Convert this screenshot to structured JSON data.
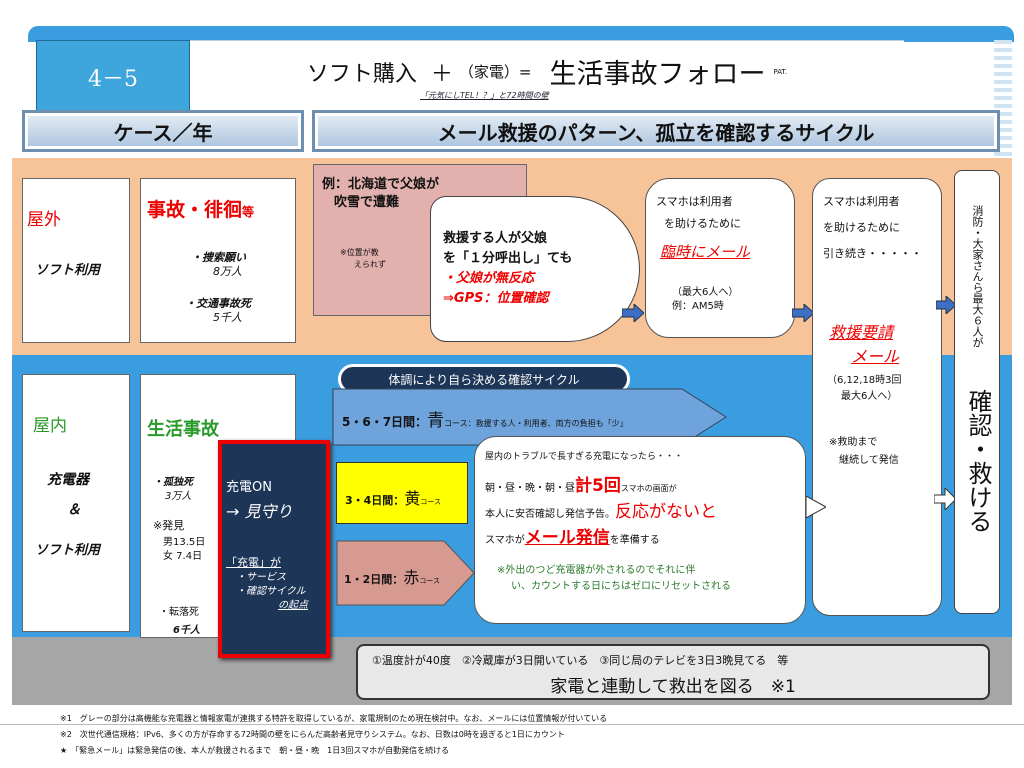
{
  "header": {
    "page_no": "4－5",
    "title_part1": "ソフト購入",
    "plus": "＋",
    "title_paren": "（家電）=",
    "title_main": "生活事故フォロー",
    "pat": "PAT.",
    "tagline": "「元気にしTEL！？」と72時間の壁"
  },
  "section_left": "ケース／年",
  "section_right": "メール救援のパターン、孤立を確認するサイクル",
  "outdoor": {
    "place": "屋外",
    "soft": "ソフト利用",
    "accident_title": "事故・徘徊",
    "accident_suffix": "等",
    "search_label": "・捜索願い",
    "search_value": "8万人",
    "traffic_label": "・交通事故死",
    "traffic_value": "5千人",
    "example_title1": "例：北海道で父娘が",
    "example_title2": "吹雪で遭難",
    "example_note1": "※位置が教",
    "example_note2": "えられず",
    "rescue1": "救援する人が父娘",
    "rescue2": "を「１分呼出し」ても",
    "rescue3": "・父娘が無反応",
    "rescue4": "⇒GPS：位置確認",
    "temp1": "スマホは利用者",
    "temp2": "を助けるために",
    "temp3": "臨時にメール",
    "temp4": "（最大6人へ）",
    "temp5": "例：AM5時"
  },
  "column4": {
    "l1": "スマホは利用者",
    "l2": "を助けるために",
    "l3": "引き続き・・・・・",
    "req1": "救援要請",
    "req2": "メール",
    "sched1": "（6,12,18時3回",
    "sched2": "最大6人へ）",
    "note1": "※救助まで",
    "note2": "継続して発信"
  },
  "column5": {
    "top": "消防・大家さんら最大６人が",
    "bottom": "確認・救ける"
  },
  "indoor": {
    "place": "屋内",
    "charger": "充電器",
    "amp": "＆",
    "soft": "ソフト利用",
    "life_title": "生活事故",
    "solitary_label": "・孤独死",
    "solitary_value": "3万人",
    "found_label": "※発見",
    "found_male": "男13.5日",
    "found_female": "女 7.4日",
    "fall_label": "・転落死",
    "fall_value": "6千人",
    "charge_on": "充電ON",
    "watch": "→ 見守り",
    "charge_q": "「充電」が",
    "service": "・サービス",
    "cycle": "・確認サイクル",
    "origin": "の起点"
  },
  "cycle": {
    "label": "体調により自ら決める確認サイクル",
    "blue_days": "5・6・7日間：",
    "blue_color": "青",
    "blue_note": "コース：救援する人・利用者、両方の負担も「少」",
    "yellow_days": "3・4日間：",
    "yellow_color": "黄",
    "yellow_course": "コース",
    "red_days": "1・2日間：",
    "red_color": "赤",
    "red_course": "コース"
  },
  "trouble": {
    "l1": "屋内のトラブルで長すぎる充電になったら・・・",
    "l2a": "朝・昼・晩・朝・昼",
    "l2b": "計5回",
    "l2c": "スマホの画面が",
    "l3a": "本人に安否確認し発信予告。",
    "l3b": "反応がないと",
    "l4a": "スマホが",
    "l4b": "メール発信",
    "l4c": "を準備する",
    "n1": "※外出のつど充電器が外されるのでそれに伴",
    "n2": "い、カウントする日にちはゼロにリセットされる"
  },
  "appliance": {
    "line1": "①温度計が40度　②冷蔵庫が3日開いている　③同じ局のテレビを3日3晩見てる　等",
    "line2": "家電と連動して救出を図る　※1"
  },
  "footnotes": [
    "※1　グレーの部分は高機能な充電器と情報家電が連携する特許を取得しているが、家電規制のため現在検討中。なお、メールには位置情報が付いている",
    "※2　次世代通信規格：IPv6、多くの方が存命する72時間の壁をにらんだ高齢者見守りシステム。なお、日数は0時を過ぎると1日にカウント",
    "★　「緊急メール」は緊急発信の後、本人が救援されるまで　朝・昼・晩　1日3回スマホが自動発信を続ける"
  ],
  "colors": {
    "accent_red": "#e00000",
    "navy": "#1d3557",
    "sky": "#3a9de0",
    "orange_band": "#f7c398",
    "cycle_blue": "#6fa3dc",
    "cycle_yellow": "#ffff00",
    "cycle_red": "#d79a91"
  }
}
